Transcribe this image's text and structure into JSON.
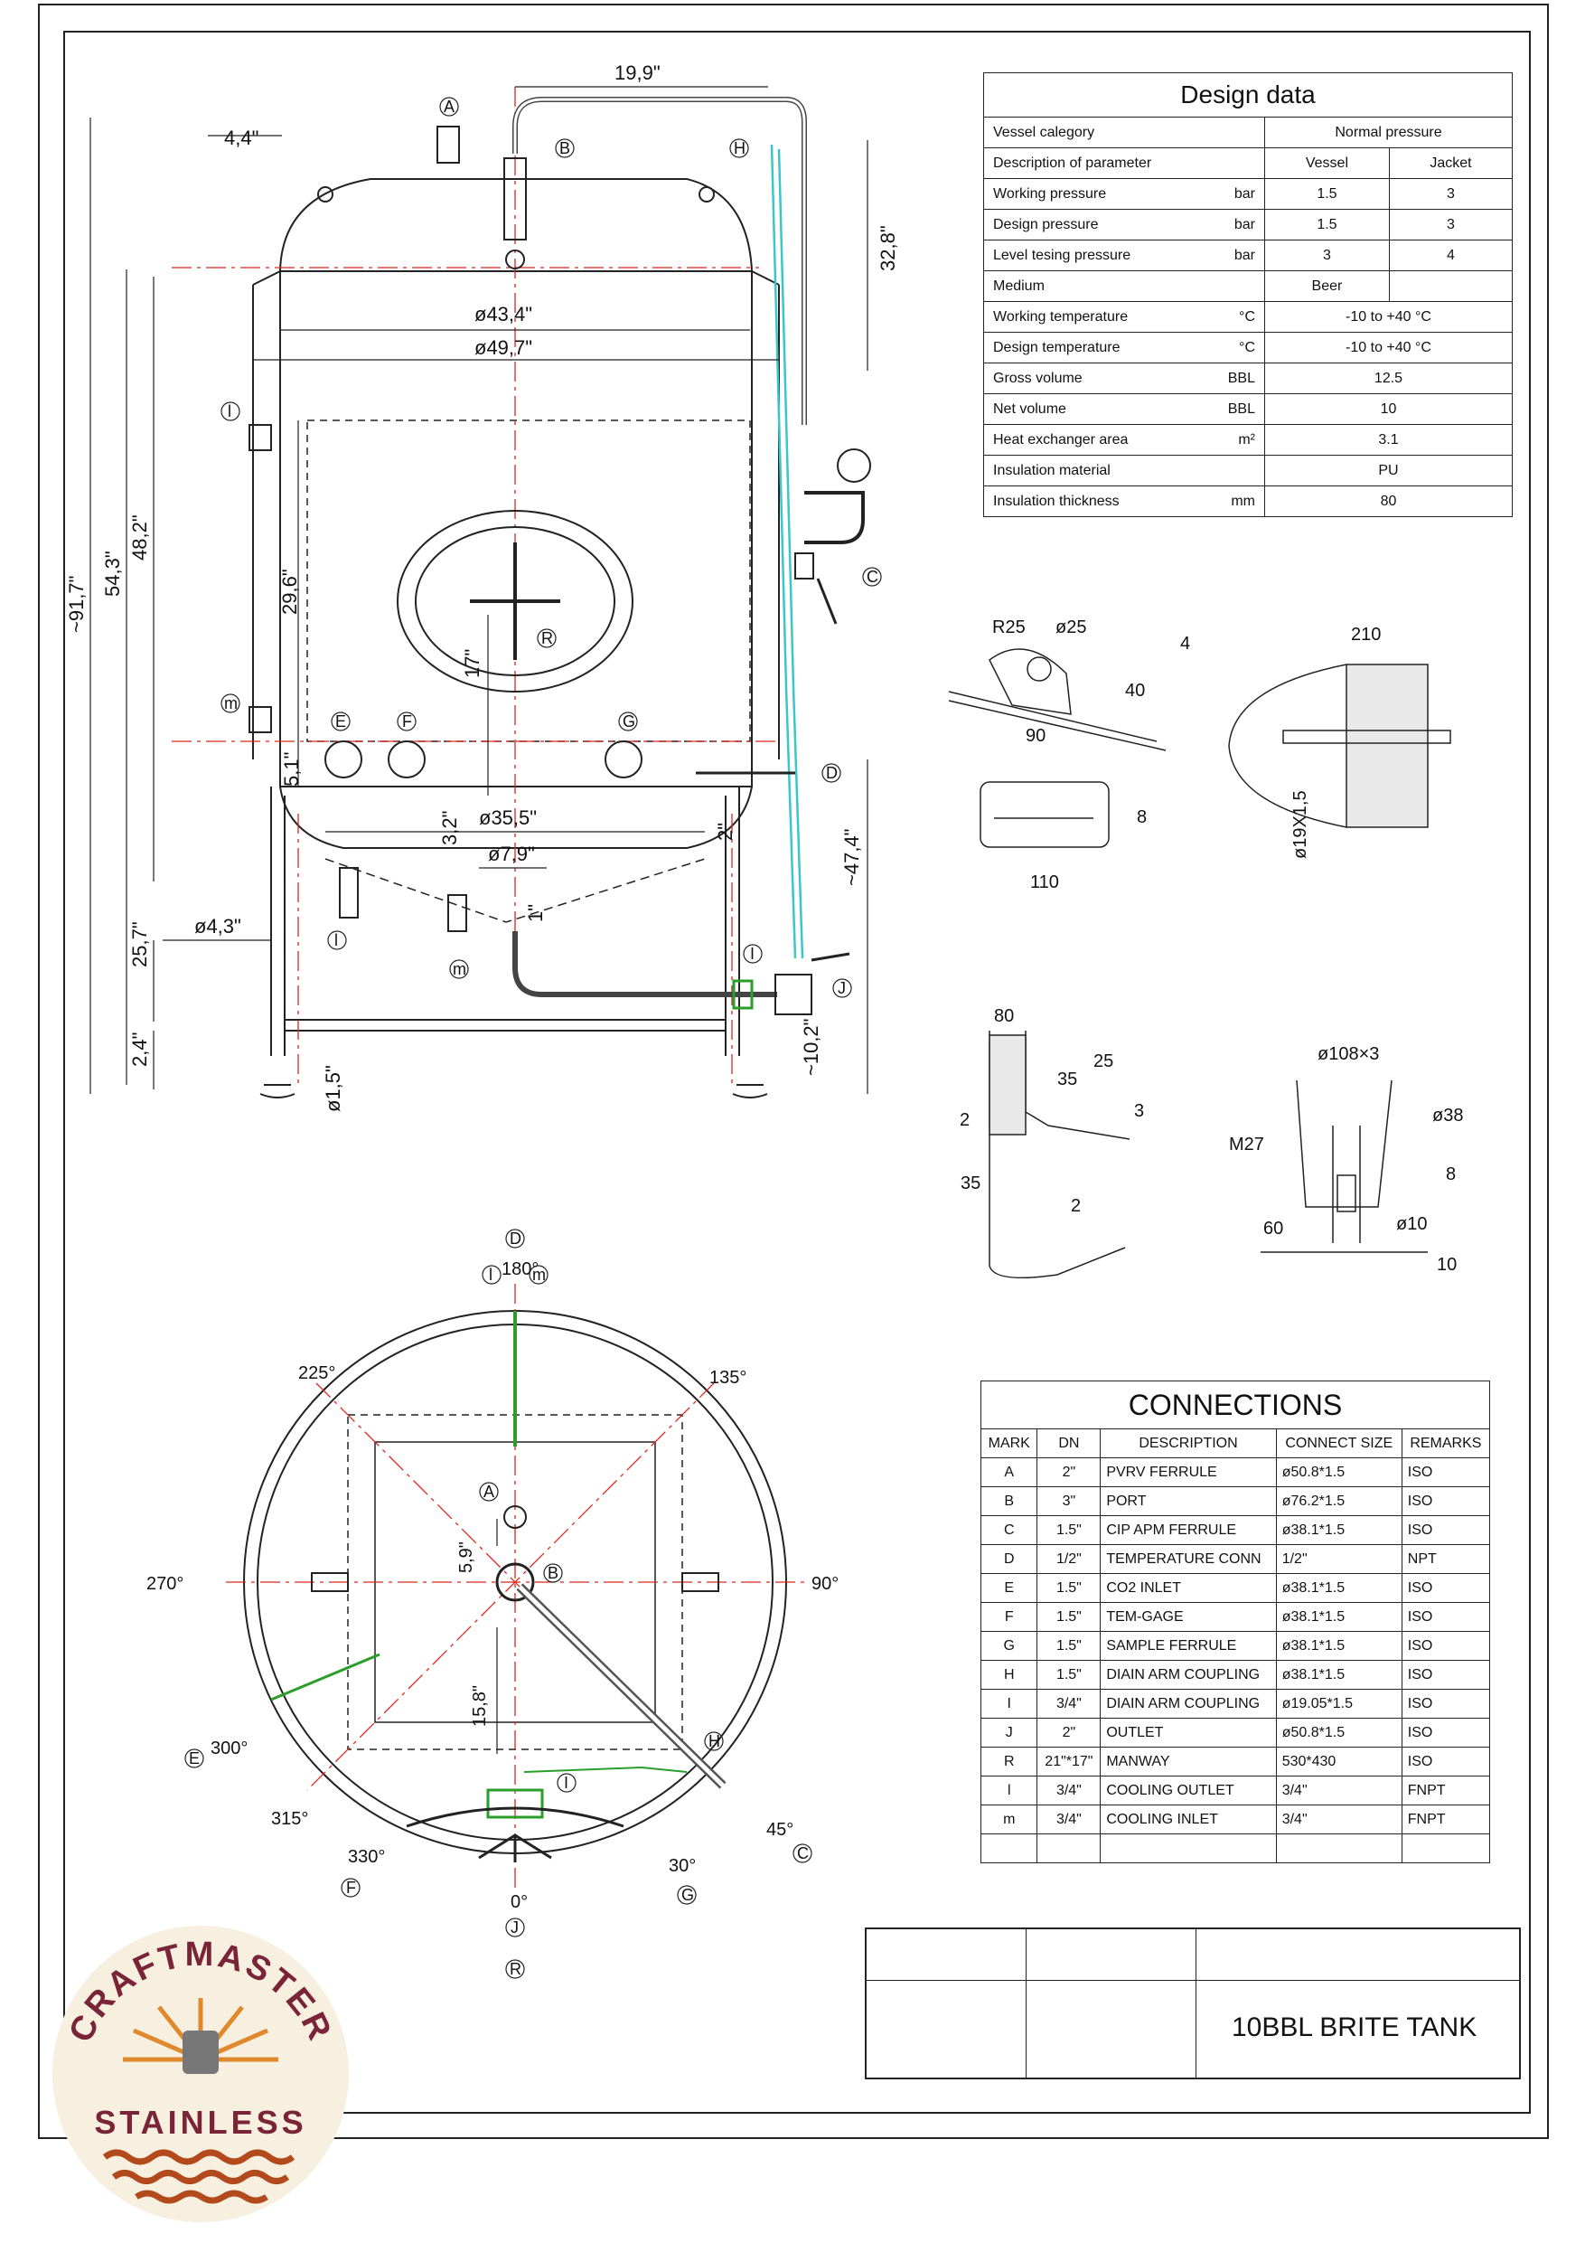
{
  "design_data": {
    "title": "Design data",
    "rows": [
      {
        "label": "Vessel calegory",
        "unit": "",
        "span": "Normal pressure"
      },
      {
        "label": "Description of parameter",
        "unit": "",
        "vessel": "Vessel",
        "jacket": "Jacket"
      },
      {
        "label": "Working pressure",
        "unit": "bar",
        "vessel": "1.5",
        "jacket": "3"
      },
      {
        "label": "Design pressure",
        "unit": "bar",
        "vessel": "1.5",
        "jacket": "3"
      },
      {
        "label": "Level tesing pressure",
        "unit": "bar",
        "vessel": "3",
        "jacket": "4"
      },
      {
        "label": "Medium",
        "unit": "",
        "vessel": "Beer",
        "jacket": ""
      },
      {
        "label": "Working temperature",
        "unit": "°C",
        "span": "-10 to +40    °C"
      },
      {
        "label": "Design temperature",
        "unit": "°C",
        "span": "-10 to +40    °C"
      },
      {
        "label": "Gross volume",
        "unit": "BBL",
        "span": "12.5"
      },
      {
        "label": "Net volume",
        "unit": "BBL",
        "span": "10"
      },
      {
        "label": "Heat exchanger area",
        "unit": "m²",
        "span": "3.1"
      },
      {
        "label": "Insulation material",
        "unit": "",
        "span": "PU"
      },
      {
        "label": "Insulation thickness",
        "unit": "mm",
        "span": "80"
      }
    ]
  },
  "connections": {
    "title": "CONNECTIONS",
    "headers": [
      "MARK",
      "DN",
      "DESCRIPTION",
      "CONNECT SIZE",
      "REMARKS"
    ],
    "rows": [
      [
        "A",
        "2\"",
        "PVRV FERRULE",
        "ø50.8*1.5",
        "ISO"
      ],
      [
        "B",
        "3\"",
        "PORT",
        "ø76.2*1.5",
        "ISO"
      ],
      [
        "C",
        "1.5\"",
        "CIP APM FERRULE",
        "ø38.1*1.5",
        "ISO"
      ],
      [
        "D",
        "1/2\"",
        "TEMPERATURE CONN",
        "1/2\"",
        "NPT"
      ],
      [
        "E",
        "1.5\"",
        "CO2 INLET",
        "ø38.1*1.5",
        "ISO"
      ],
      [
        "F",
        "1.5\"",
        "TEM-GAGE",
        "ø38.1*1.5",
        "ISO"
      ],
      [
        "G",
        "1.5\"",
        "SAMPLE FERRULE",
        "ø38.1*1.5",
        "ISO"
      ],
      [
        "H",
        "1.5\"",
        "DIAIN ARM COUPLING",
        "ø38.1*1.5",
        "ISO"
      ],
      [
        "I",
        "3/4\"",
        "DIAIN ARM COUPLING",
        "ø19.05*1.5",
        "ISO"
      ],
      [
        "J",
        "2\"",
        "OUTLET",
        "ø50.8*1.5",
        "ISO"
      ],
      [
        "R",
        "21\"*17\"",
        "MANWAY",
        "530*430",
        "ISO"
      ],
      [
        "l",
        "3/4\"",
        "COOLING OUTLET",
        "3/4\"",
        "FNPT"
      ],
      [
        "m",
        "3/4\"",
        "COOLING INLET",
        "3/4\"",
        "FNPT"
      ],
      [
        "",
        "",
        "",
        "",
        ""
      ]
    ]
  },
  "title_block": {
    "title": "10BBL BRITE TANK"
  },
  "logo": {
    "top_text": "CRAFTMASTER",
    "bottom_text": "STAINLESS"
  },
  "dims": {
    "d199": "19,9\"",
    "d44": "4,4\"",
    "d434": "ø43,4\"",
    "d497": "ø49,7\"",
    "d328": "32,8\"",
    "d917": "~91,7\"",
    "d543": "54,3\"",
    "d482": "48,2\"",
    "d296": "29,6\"",
    "d17": "17\"",
    "d51": "5,1\"",
    "d32": "3,2\"",
    "d355": "ø35,5\"",
    "d2": "2\"",
    "d79": "ø7,9\"",
    "d1": "1\"",
    "d474": "~47,4\"",
    "d257": "25,7\"",
    "d43": "ø4,3\"",
    "d24": "2,4\"",
    "d15": "ø1,5\"",
    "d102": "~10,2\"",
    "r25": "R25",
    "o25": "ø25",
    "n4": "4",
    "n40": "40",
    "n90": "90",
    "n110": "110",
    "n8": "8",
    "n210": "210",
    "o19": "ø19X1,5",
    "n80": "80",
    "n35a": "35",
    "n25": "25",
    "n3": "3",
    "n2a": "2",
    "n35b": "35",
    "n2b": "2",
    "o108": "ø108×3",
    "o38": "ø38",
    "m27": "M27",
    "n8b": "8",
    "n60": "60",
    "o10": "ø10",
    "n10": "10",
    "d59": "5,9\"",
    "d158": "15,8\""
  },
  "angles": {
    "a180": "180°",
    "a135": "135°",
    "a225": "225°",
    "a270": "270°",
    "a90": "90°",
    "a300": "300°",
    "a315": "315°",
    "a330": "330°",
    "a30": "30°",
    "a45": "45°",
    "a0": "0°"
  },
  "marks": {
    "A": "A",
    "B": "B",
    "C": "C",
    "D": "D",
    "E": "E",
    "F": "F",
    "G": "G",
    "H": "H",
    "I": "I",
    "J": "J",
    "R": "R",
    "l": "l",
    "m": "m"
  },
  "colors": {
    "line": "#222222",
    "center": "#d9271f",
    "hidden": "#2a9d2a",
    "pipe": "#3bc6c9",
    "logo_ring": "#7a2438",
    "logo_sun": "#e0892c",
    "logo_bg": "#f7efdf"
  }
}
